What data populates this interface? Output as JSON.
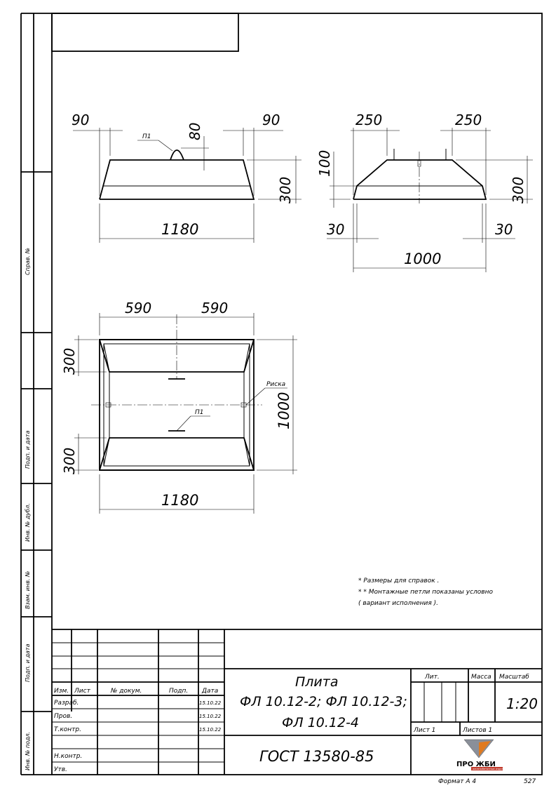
{
  "views": {
    "front": {
      "dim_left": "90",
      "dim_right": "90",
      "dim_loop": "80",
      "dim_height": "300",
      "dim_length": "1180",
      "loop_label": "П1"
    },
    "side": {
      "dim_left": "250",
      "dim_right": "250",
      "dim_chamfer_h": "100",
      "dim_height": "300",
      "dim_step_left": "30",
      "dim_step_right": "30",
      "dim_width": "1000"
    },
    "plan": {
      "dim_half_left": "590",
      "dim_half_right": "590",
      "dim_top": "300",
      "dim_bottom": "300",
      "dim_width": "1000",
      "dim_length": "1180",
      "risk_label": "Риска",
      "loop_label": "П1"
    }
  },
  "notes": [
    "* Размеры для справок .",
    "* * Монтажные петли показаны условно",
    "( вариант исполнения )."
  ],
  "side_stamp": [
    "Справ. №",
    "Подп. и дата",
    "Инв. № дубл.",
    "Взам. инв. №",
    "Подп. и дата",
    "Инв. № подл."
  ],
  "title_block": {
    "col_headers": [
      "Изм.",
      "Лист",
      "№ докум.",
      "Подп.",
      "Дата"
    ],
    "rows": [
      {
        "role": "Разраб.",
        "date": ""
      },
      {
        "role": "Пров.",
        "date": "15.10.22"
      },
      {
        "role": "Т.контр.",
        "date": "15.10.22"
      },
      {
        "role": "",
        "date": ""
      },
      {
        "role": "Н.контр.",
        "date": ""
      },
      {
        "role": "Утв.",
        "date": ""
      }
    ],
    "first_row_date": "15.10.22",
    "title_line1": "Плита",
    "title_line2": "ФЛ 10.12-2; ФЛ 10.12-3;",
    "title_line3": "ФЛ 10.12-4",
    "lit_label": "Лит.",
    "mass_label": "Масса",
    "scale_label": "Масштаб",
    "scale_value": "1:20",
    "sheet_label": "Лист 1",
    "sheets_label": "Листов 1",
    "gost": "ГОСТ  13580-85",
    "logo_text": "ПРО ЖБИ",
    "logo_sub": "железобетонные изделия"
  },
  "footer": {
    "format": "Формат А 4",
    "page": "527"
  },
  "colors": {
    "logo_gray": "#8a8f99",
    "logo_orange": "#e07a1f",
    "logo_red": "#c0392b"
  }
}
